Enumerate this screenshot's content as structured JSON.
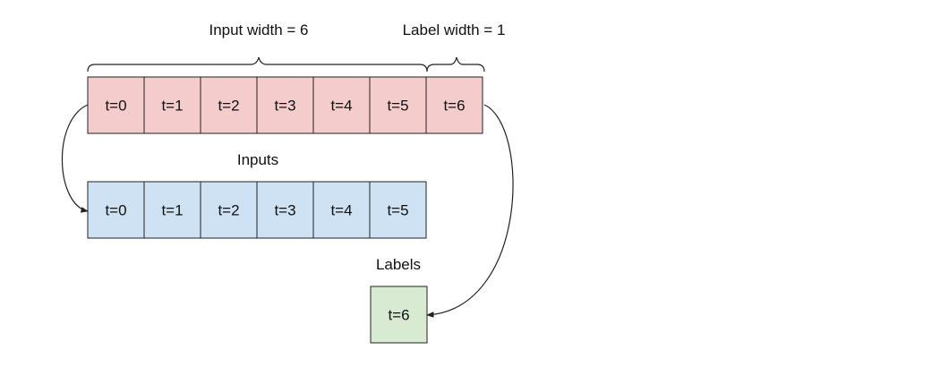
{
  "headers": {
    "input_width": "Input width = 6",
    "label_width": "Label width = 1"
  },
  "window_row": {
    "fill": "#f4cccc",
    "cells": [
      "t=0",
      "t=1",
      "t=2",
      "t=3",
      "t=4",
      "t=5",
      "t=6"
    ]
  },
  "inputs_row": {
    "caption": "Inputs",
    "fill": "#cfe2f3",
    "cells": [
      "t=0",
      "t=1",
      "t=2",
      "t=3",
      "t=4",
      "t=5"
    ]
  },
  "labels_row": {
    "caption": "Labels",
    "fill": "#d9ead3",
    "cells": [
      "t=6"
    ]
  },
  "colors": {
    "stroke": "#222222",
    "text": "#111111"
  }
}
